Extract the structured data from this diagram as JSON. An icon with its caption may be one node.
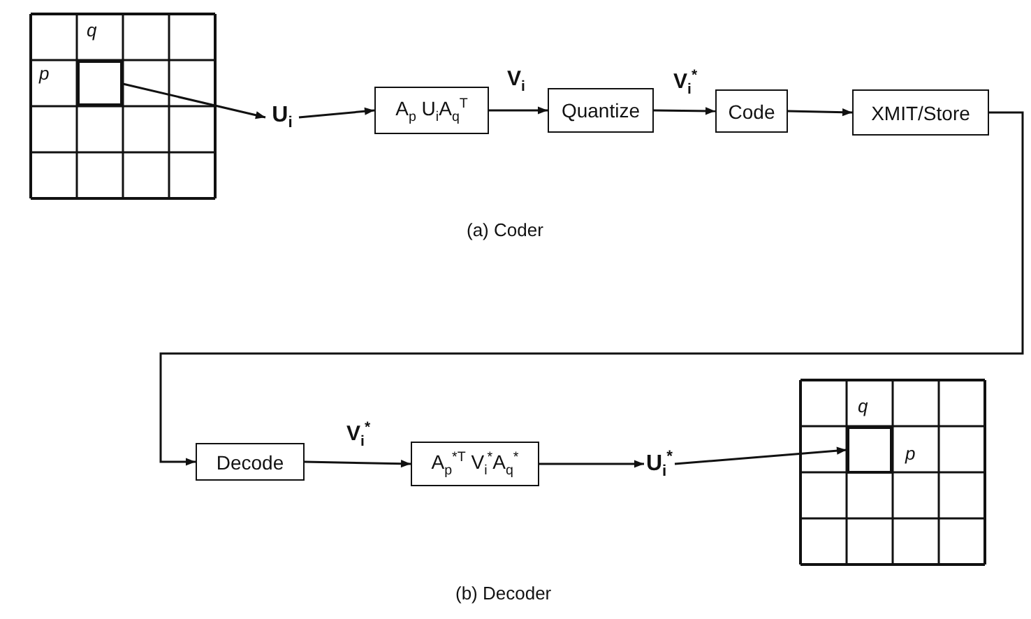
{
  "diagram": {
    "nodes": [
      {
        "text": [],
        "shape": "box"
      },
      {
        "text": [
          "U$_{i}$"
        ]
      },
      {
        "text": [
          "A$_{p}$ U$_{i}$A$_{q}$$^{T}$"
        ]
      },
      {
        "text": [
          "Quantize"
        ]
      },
      {
        "text": [
          "Code"
        ]
      },
      {
        "text": [
          "XMIT/Store"
        ]
      },
      {
        "text": [
          "Decode"
        ]
      },
      {
        "text": [
          "A$_{p}$$^{*T}$ V$_{i}$$^{*}$A$_{q}$$^{*}$"
        ]
      },
      {
        "text": [
          "U$_{i}$$^{*}$"
        ]
      },
      {
        "text": [],
        "shape": "box"
      }
    ],
    "edges": [
      {
        "from": 0,
        "to": 1,
        "arrow": "to"
      },
      {
        "from": 1,
        "to": 2,
        "arrow": "to"
      },
      {
        "from": 2,
        "to": 3,
        "arrow": "to",
        "label": "V$_{i}$"
      },
      {
        "from": 3,
        "to": 4,
        "arrow": "to",
        "label": "V$_{i}$$^{*}$"
      },
      {
        "from": 4,
        "to": 5,
        "arrow": "to"
      },
      {
        "from": 5,
        "to": 6,
        "arrow": "to"
      },
      {
        "from": 6,
        "to": 7,
        "arrow": "to",
        "label": "V$_{i}$$^{*}$"
      },
      {
        "from": 7,
        "to": 8,
        "arrow": "to"
      },
      {
        "from": 8,
        "to": 9,
        "arrow": "to"
      }
    ],
    "labels": [
      "q",
      "p",
      "(a) Coder",
      "q",
      "p",
      "(b) Decoder"
    ]
  }
}
